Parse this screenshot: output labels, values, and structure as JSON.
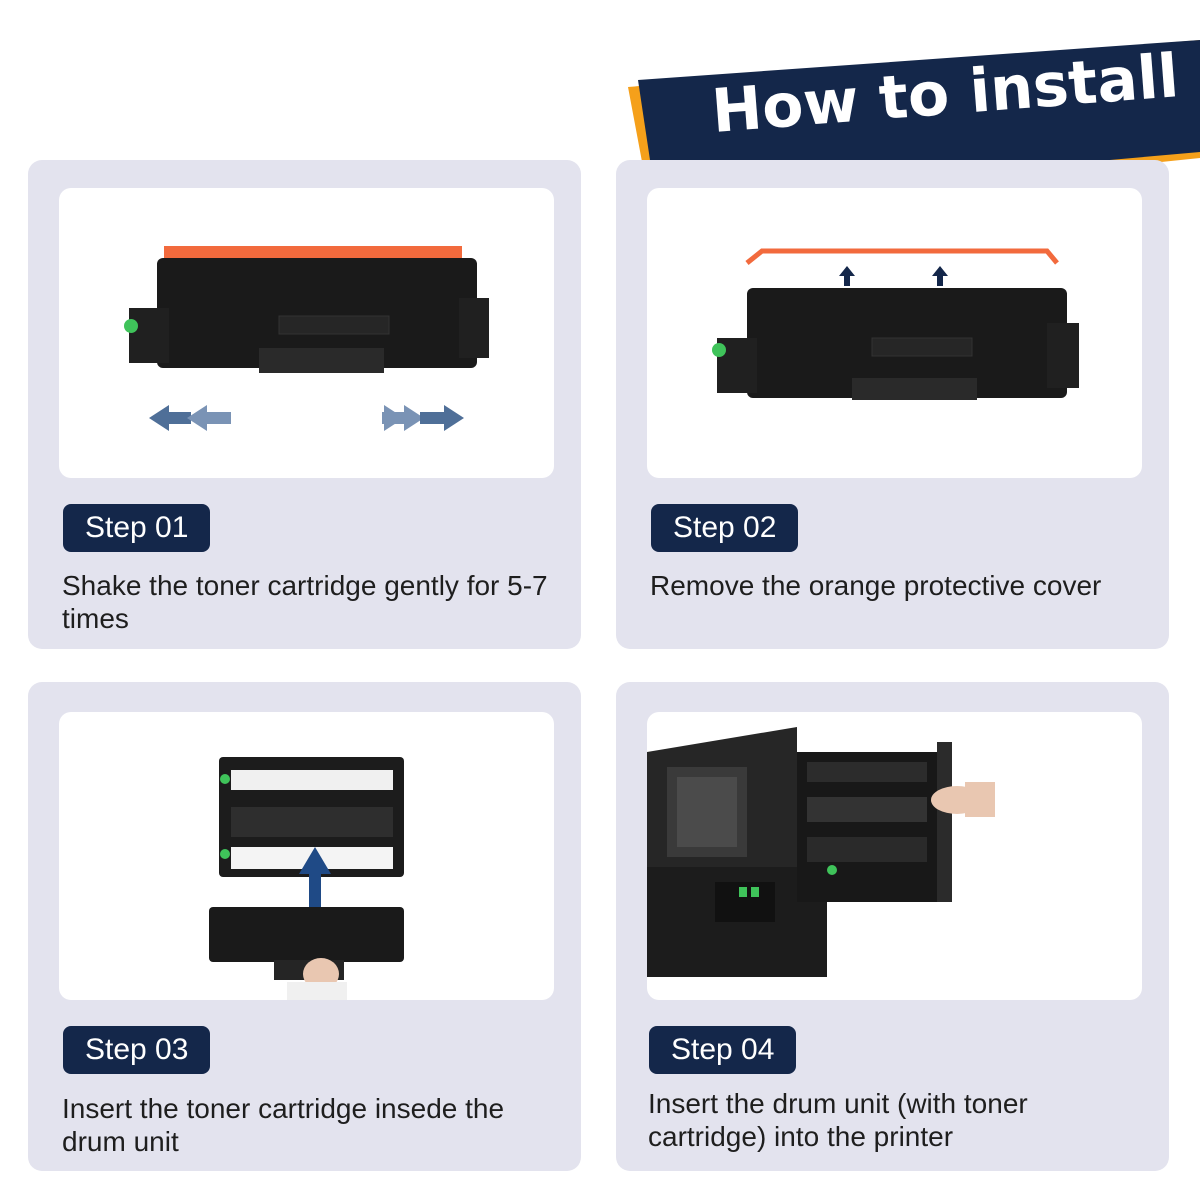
{
  "banner": {
    "title": "How to install",
    "colors": {
      "navy": "#14274a",
      "accent": "#f5a01a"
    }
  },
  "steps": [
    {
      "badge": "Step 01",
      "text": "Shake the toner cartridge gently for 5-7 times",
      "image": "toner-cartridge-shake"
    },
    {
      "badge": "Step 02",
      "text": "Remove the orange protective cover",
      "image": "toner-cover-removal"
    },
    {
      "badge": "Step 03",
      "text": "Insert the toner cartridge insede the drum unit",
      "image": "toner-into-drum"
    },
    {
      "badge": "Step 04",
      "text": "Insert the drum unit (with toner cartridge) into the printer",
      "image": "drum-into-printer"
    }
  ],
  "colors": {
    "card_bg": "#e3e3ee",
    "badge_bg": "#14274a",
    "cover_orange": "#f26a3d",
    "arrow_blue": "#1f4a86"
  }
}
